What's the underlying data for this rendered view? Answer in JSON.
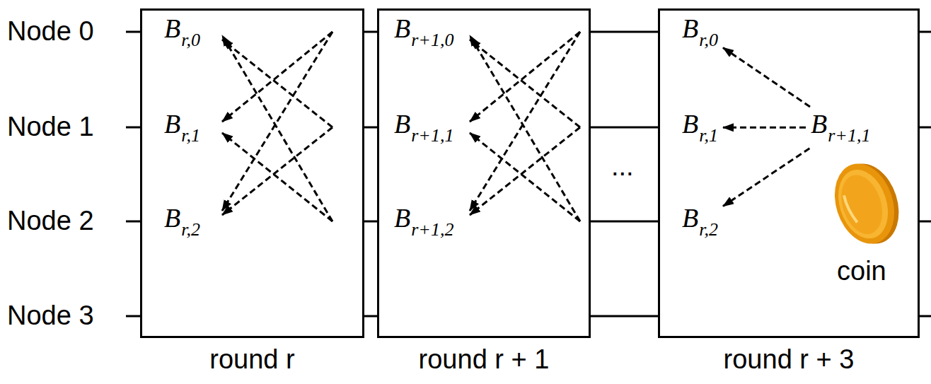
{
  "diagram": {
    "nodes": [
      {
        "text": [
          "round r"
        ]
      },
      {
        "text": [
          "B",
          "r,0"
        ],
        "in": 0
      },
      {
        "text": [
          "B",
          "r,1"
        ],
        "in": 0
      },
      {
        "text": [
          "B",
          "r,2"
        ],
        "in": 0
      },
      {
        "text": [
          "round r + 1"
        ]
      },
      {
        "text": [
          "B",
          "r+1,0"
        ],
        "in": 4
      },
      {
        "text": [
          "B",
          "r+1,1"
        ],
        "in": 4
      },
      {
        "text": [
          "B",
          "r+1,2"
        ],
        "in": 4
      },
      {
        "text": [
          "round r + 3"
        ]
      },
      {
        "text": [
          "B",
          "r,0"
        ],
        "in": 8
      },
      {
        "text": [
          "B",
          "r,1"
        ],
        "in": 8
      },
      {
        "text": [
          "B",
          "r,2"
        ],
        "in": 8
      },
      {
        "text": [
          "B",
          "r+1,1"
        ],
        "in": 8
      }
    ],
    "edges": [
      {
        "from": 12,
        "to": 9,
        "arrow": "to"
      },
      {
        "from": 12,
        "to": 10,
        "arrow": "to"
      },
      {
        "from": 12,
        "to": 11,
        "arrow": "to"
      }
    ],
    "labels": [
      "Node 0",
      "Node 1",
      "Node 2",
      "Node 3",
      "...",
      "coin"
    ]
  }
}
